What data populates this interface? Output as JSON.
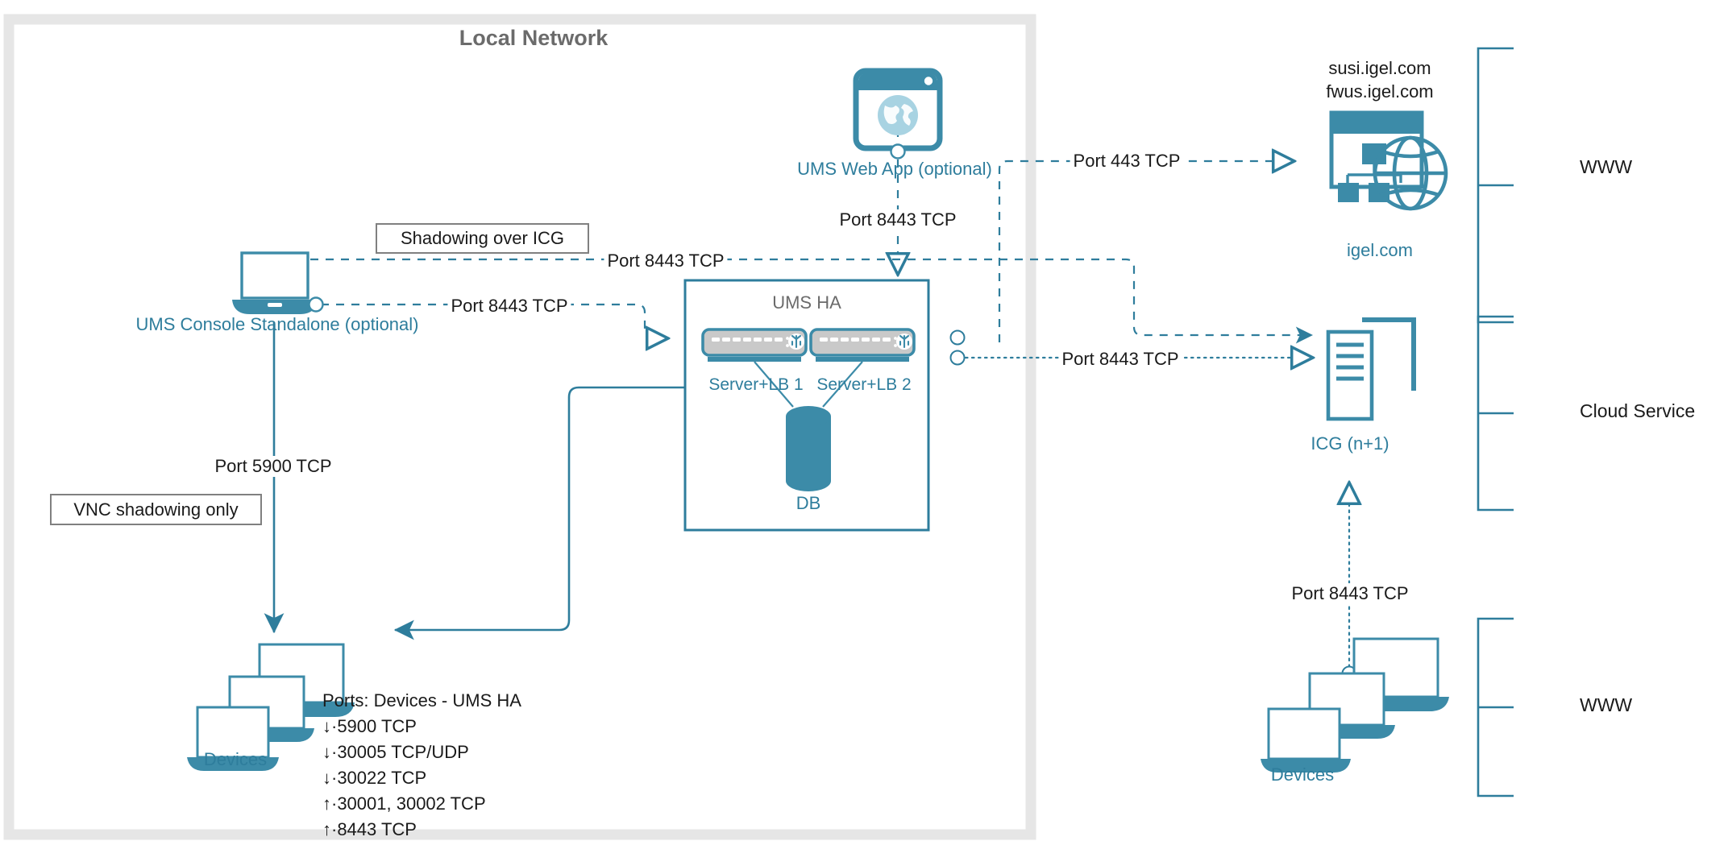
{
  "diagram": {
    "title": "Local Network",
    "colors": {
      "teal": "#2e7d9c",
      "teal_dark": "#3c8ba8",
      "text_dark": "#1a1a1a",
      "title_gray": "#6b6b6b",
      "boundary_gray": "#e6e6e6",
      "note_border": "#808080",
      "appliance_gray": "#c9c9c9"
    },
    "nodes": {
      "ums_web_app": {
        "label": "UMS Web App (optional)",
        "icon": "browser-globe-icon"
      },
      "ums_console": {
        "label": "UMS Console Standalone (optional)",
        "icon": "laptop-icon"
      },
      "ums_ha": {
        "label": "UMS HA",
        "server1": "Server+LB 1",
        "server2": "Server+LB 2",
        "db": "DB",
        "server_icon": "server-load-balancer-icon",
        "db_icon": "database-cylinder-icon"
      },
      "devices_local": {
        "label": "Devices",
        "icon": "laptop-stack-icon"
      },
      "devices_remote": {
        "label": "Devices",
        "icon": "laptop-stack-icon"
      },
      "igel_cloud": {
        "host_line_1": "susi.igel.com",
        "host_line_2": "fwus.igel.com",
        "label": "igel.com",
        "icon": "web-portal-globe-icon"
      },
      "icg": {
        "label": "ICG (n+1)",
        "icon": "gateway-server-icon"
      }
    },
    "notes": [
      {
        "text": "Shadowing over ICG"
      },
      {
        "text": "VNC shadowing only"
      }
    ],
    "edge_labels": {
      "webapp_to_igel": "Port 443 TCP",
      "webapp_to_ha": "Port 8443 TCP",
      "console_shadow_icg": "Port 8443 TCP",
      "console_to_ha": "Port 8443 TCP",
      "ha_to_icg": "Port 8443 TCP",
      "console_to_devices": "Port 5900 TCP",
      "devices_to_icg": "Port 8443 TCP"
    },
    "brackets": [
      {
        "label": "WWW"
      },
      {
        "label": "Cloud Service"
      },
      {
        "label": "WWW"
      }
    ],
    "ports_note": {
      "heading": "Ports: Devices - UMS HA",
      "lines": [
        "↓·5900 TCP",
        "↓·30005 TCP/UDP",
        "↓·30022 TCP",
        "↑·30001, 30002 TCP",
        "↑·8443 TCP"
      ]
    }
  }
}
